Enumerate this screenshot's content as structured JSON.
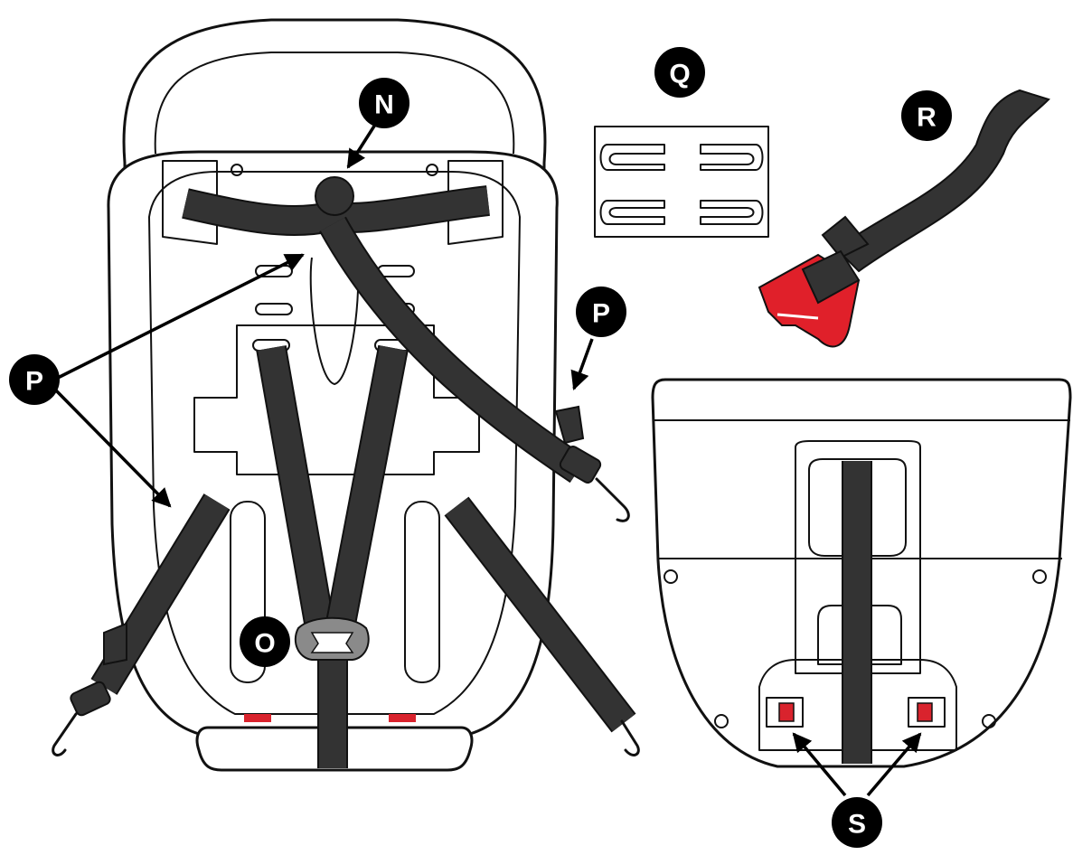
{
  "diagram": {
    "callouts": {
      "N": "N",
      "O": "O",
      "P_left": "P",
      "P_right": "P",
      "Q": "Q",
      "R": "R",
      "S": "S"
    },
    "colors": {
      "strap": "#333333",
      "outline": "#111111",
      "buckle_tongue": "#e0202a",
      "indicator": "#d9232d",
      "clip": "#8a8a8a",
      "callout_fill": "#000000",
      "callout_text": "#ffffff"
    },
    "parts": [
      "car-seat-front-view",
      "car-seat-rear-view",
      "chest-clip-adjuster",
      "latch-strap-with-red-tongue",
      "harness-ball",
      "crotch-buckle-clip",
      "lower-anchor-straps",
      "release-indicators"
    ]
  }
}
